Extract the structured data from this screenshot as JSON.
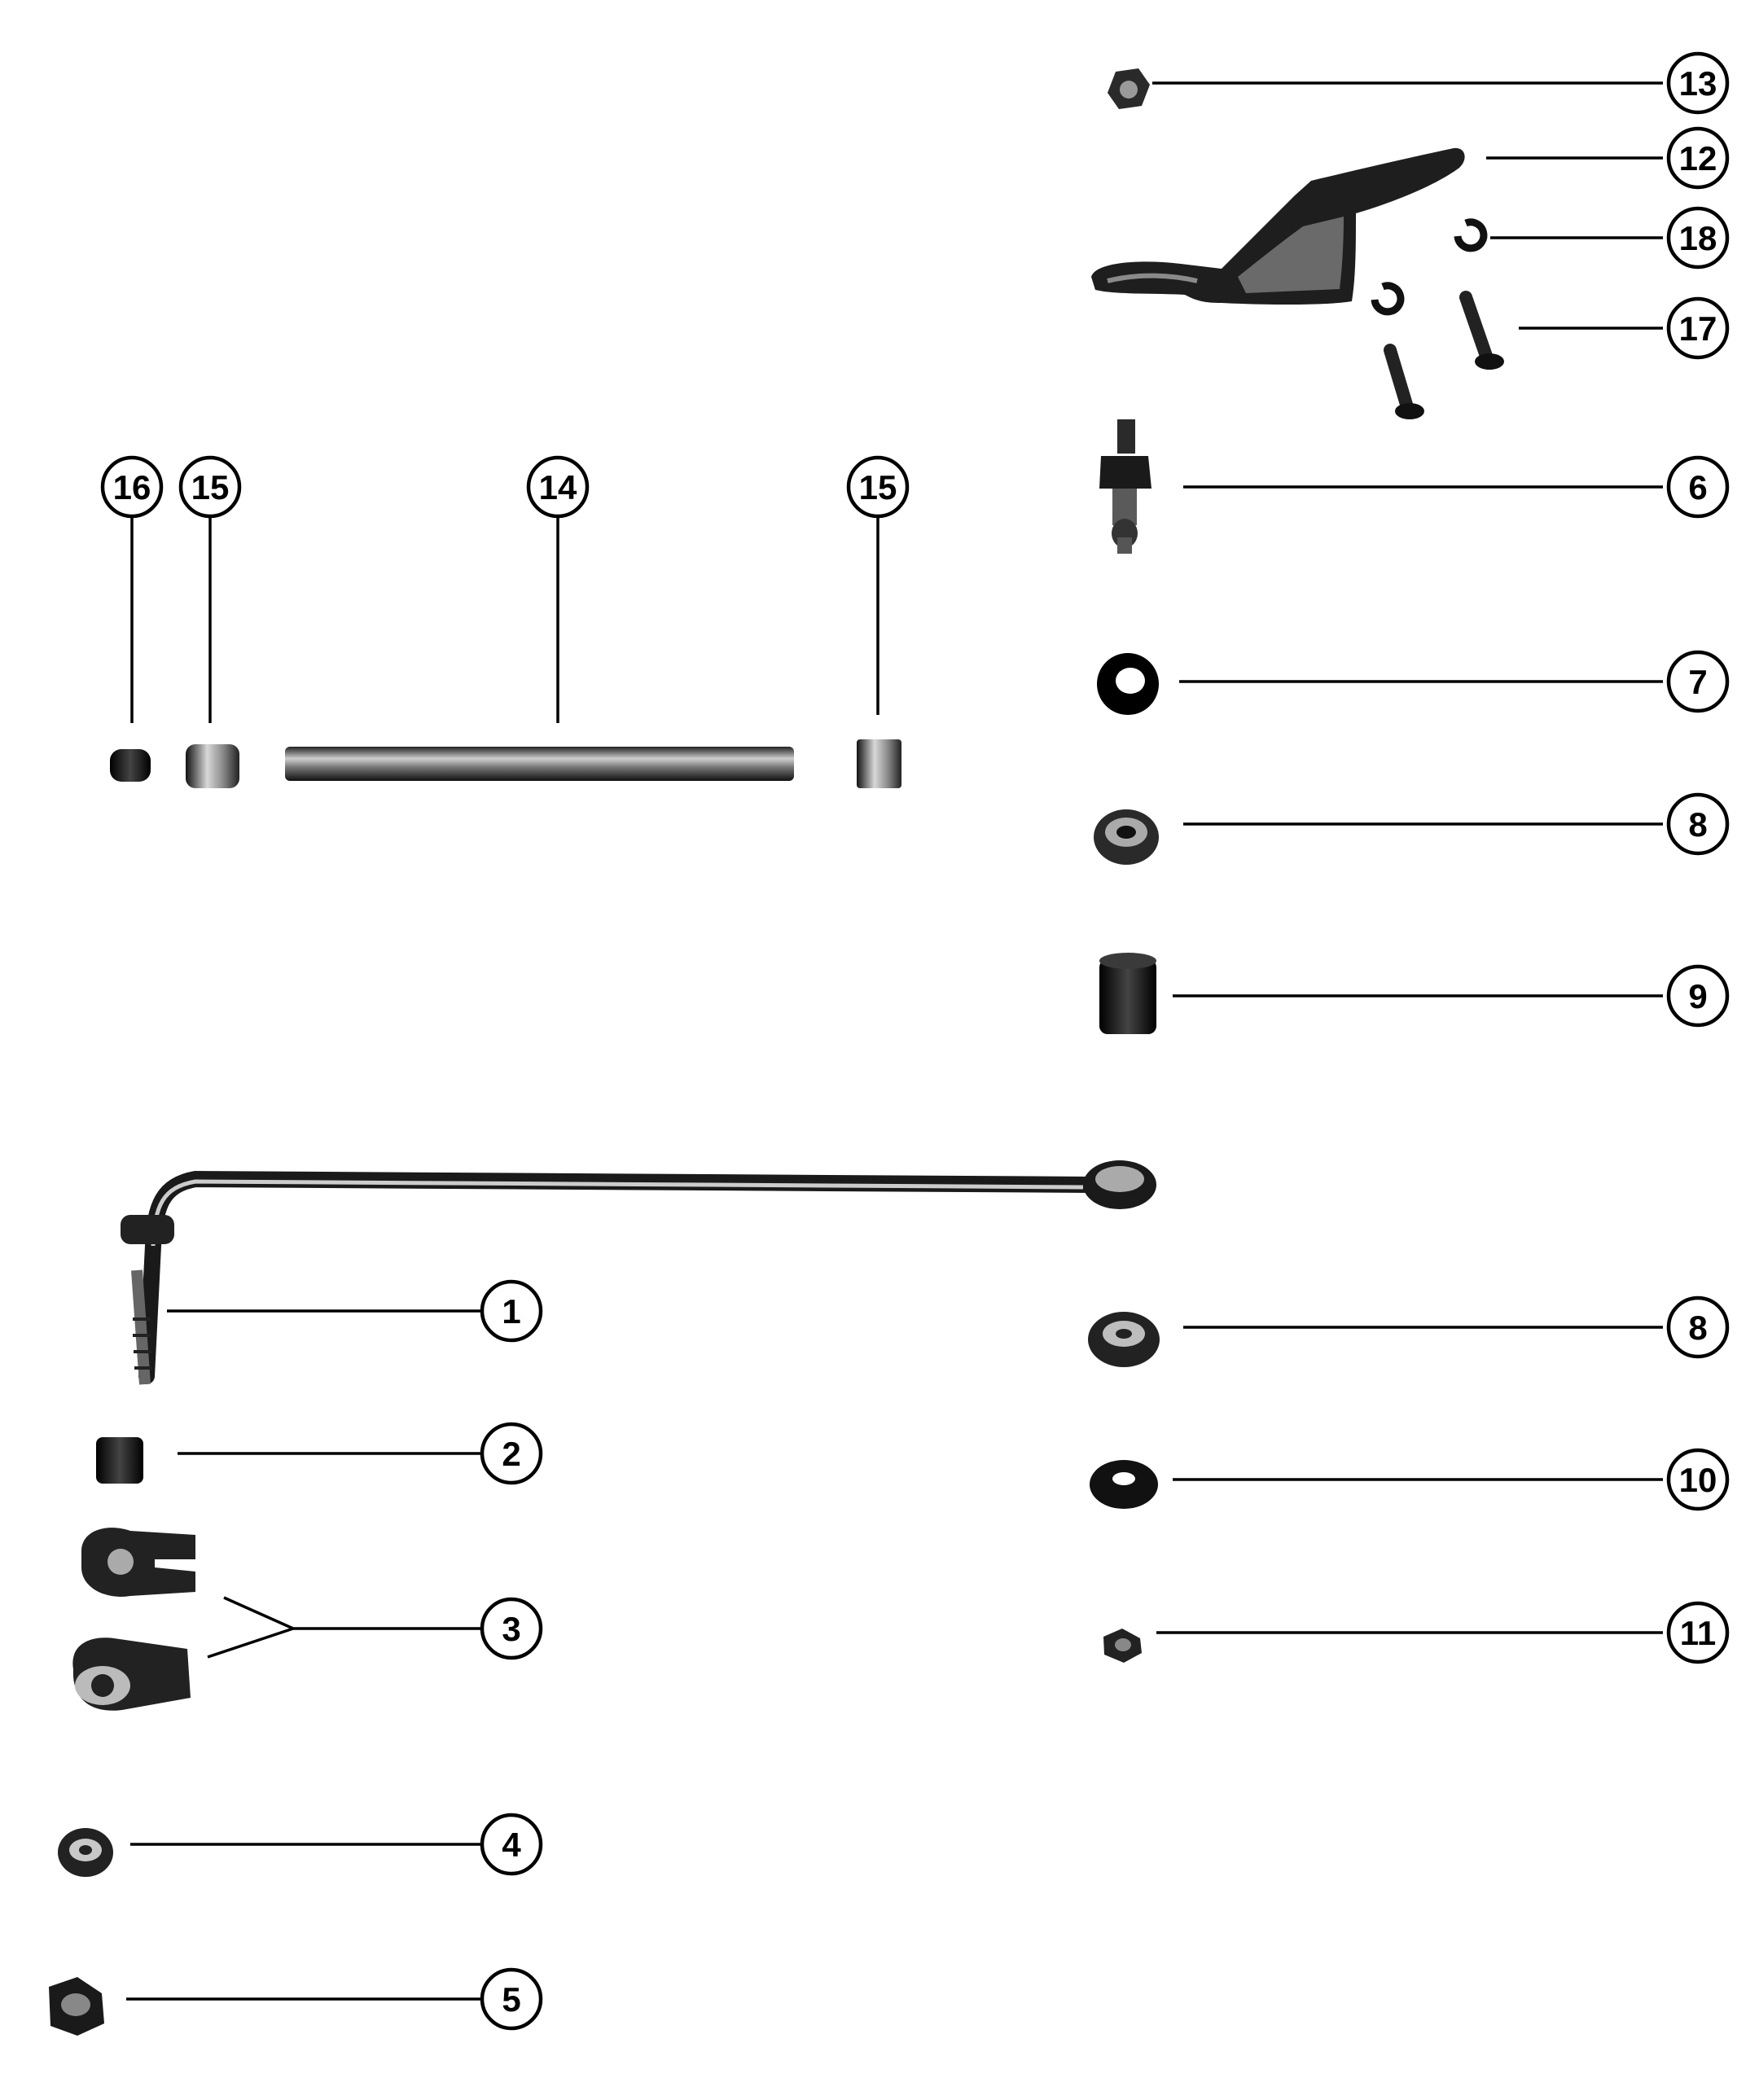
{
  "callouts": {
    "c1": "1",
    "c2": "2",
    "c3": "3",
    "c4": "4",
    "c5": "5",
    "c6": "6",
    "c7": "7",
    "c8a": "8",
    "c8b": "8",
    "c9": "9",
    "c10": "10",
    "c11": "11",
    "c12": "12",
    "c13": "13",
    "c14": "14",
    "c15a": "15",
    "c15b": "15",
    "c16": "16",
    "c17": "17",
    "c18": "18"
  },
  "colors": {
    "ink": "#000000",
    "part_dark": "#1a1a1a",
    "part_mid": "#555555",
    "part_light": "#bbbbbb",
    "paper": "#ffffff"
  }
}
